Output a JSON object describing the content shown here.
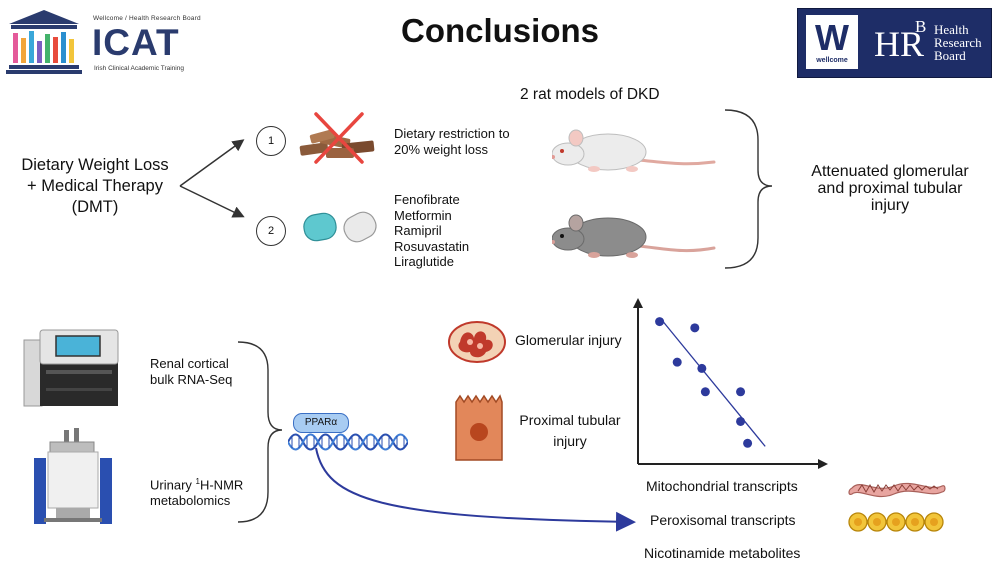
{
  "header": {
    "title": "Conclusions",
    "icat_logo": {
      "small_top": "Wellcome / Health Research Board",
      "name": "ICAT",
      "subtitle": "Irish Clinical Academic Training"
    },
    "wellcome_logo": {
      "letter": "W",
      "word": "wellcome"
    },
    "hrb_logo": {
      "letters": "HR",
      "superscript": "B",
      "name_lines": [
        "Health",
        "Research",
        "Board"
      ]
    }
  },
  "intervention": {
    "dwl_line1": "Dietary Weight Loss",
    "dwl_line2": "+ Medical Therapy",
    "dwl_line3": "(DMT)",
    "steps": [
      {
        "number": "1",
        "lines": [
          "Dietary restriction to",
          "20% weight loss"
        ]
      },
      {
        "number": "2",
        "lines": [
          "Fenofibrate",
          "Metformin",
          "Ramipril",
          "Rosuvastatin",
          "Liraglutide"
        ]
      }
    ]
  },
  "models": {
    "label": "2 rat models of DKD",
    "outcome_lines": [
      "Attenuated glomerular",
      "and proximal tubular",
      "injury"
    ]
  },
  "methods": {
    "rnaseq_lines": [
      "Renal cortical",
      "bulk RNA-Seq"
    ],
    "nmr_line1_prefix": "Urinary ",
    "nmr_superscript": "1",
    "nmr_line1_suffix": "H-NMR",
    "nmr_line2": "metabolomics",
    "ppar_label": "PPARα"
  },
  "injuries": {
    "glomerular": "Glomerular injury",
    "proximal_lines": [
      "Proximal tubular",
      "injury"
    ]
  },
  "chart_data": {
    "type": "scatter",
    "title": "",
    "xlabel": "",
    "ylabel": "",
    "trend": "negative",
    "points": [
      {
        "x": 1.0,
        "y": 9.0
      },
      {
        "x": 3.0,
        "y": 8.6
      },
      {
        "x": 2.0,
        "y": 6.4
      },
      {
        "x": 3.4,
        "y": 6.0
      },
      {
        "x": 3.6,
        "y": 4.5
      },
      {
        "x": 5.6,
        "y": 4.5
      },
      {
        "x": 5.6,
        "y": 2.6
      },
      {
        "x": 6.0,
        "y": 1.2
      }
    ],
    "trendline": [
      {
        "x": 1.2,
        "y": 9.0
      },
      {
        "x": 7.0,
        "y": 1.0
      }
    ],
    "xlim": [
      0,
      10
    ],
    "ylim": [
      0,
      10
    ],
    "point_color": "#2d3a9c"
  },
  "outputs": {
    "mito": "Mitochondrial transcripts",
    "perox": "Peroxisomal transcripts",
    "nicotin": "Nicotinamide metabolites"
  },
  "colors": {
    "navy": "#1e2d67",
    "arrow_blue": "#2d3a9c",
    "cell_orange": "#e2875a",
    "nucleus": "#b8461e"
  }
}
